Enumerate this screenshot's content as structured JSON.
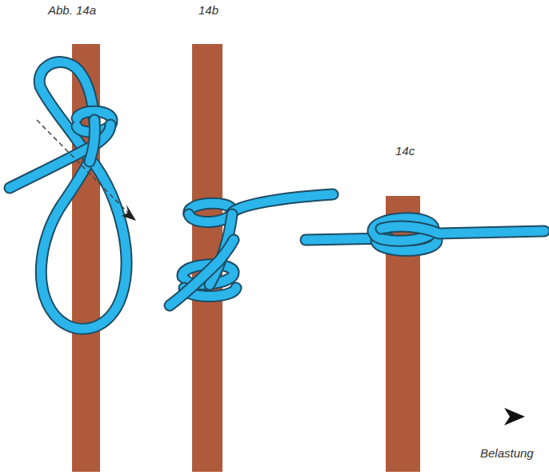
{
  "diagram": {
    "labels": [
      "Abb. 14a",
      "14b",
      "14c",
      "Belastung"
    ]
  }
}
